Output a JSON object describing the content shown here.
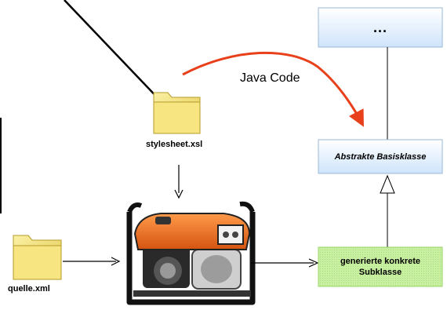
{
  "top_box": {
    "text": "..."
  },
  "abstract_class": {
    "text": "Abstrakte Basisklasse"
  },
  "generated_class": {
    "line1": "generierte konkrete",
    "line2": "Subklasse"
  },
  "arrow_label": {
    "text": "Java Code"
  },
  "files": {
    "stylesheet": {
      "name": "stylesheet.xsl",
      "icon": "folder-icon"
    },
    "source": {
      "name": "quelle.xml",
      "icon": "folder-icon"
    }
  },
  "processor": {
    "icon": "generator-icon"
  },
  "colors": {
    "red_arrow": "#e8401a",
    "folder_fill": "#f4e27a",
    "box_blue_top": "#ffffff",
    "box_blue_bottom": "#cfe4fb",
    "box_green": "#c9f0a2",
    "generator_orange": "#f06f1c"
  }
}
